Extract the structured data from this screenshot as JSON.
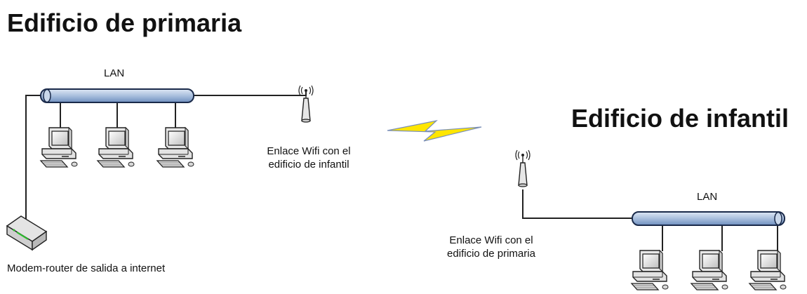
{
  "buildings": {
    "primary": {
      "title": "Edificio de primaria",
      "lan_label": "LAN",
      "wifi_label": [
        "Enlace Wifi con el",
        "edificio de infantil"
      ],
      "router_label": "Modem-router de salida a internet"
    },
    "infant": {
      "title": "Edificio de infantil",
      "lan_label": "LAN",
      "wifi_label": [
        "Enlace Wifi con el",
        "edificio de primaria"
      ]
    }
  },
  "colors": {
    "lan_bus": "#a9bfdd",
    "lan_bus_outline": "#1a2a4a",
    "wireless_link": "#ffe600",
    "computer_body": "#e6e6e6",
    "computer_outline": "#222222",
    "line": "#222222"
  },
  "icons": [
    "desktop-computer-icon",
    "wifi-antenna-icon",
    "modem-router-icon",
    "wireless-link-icon"
  ]
}
